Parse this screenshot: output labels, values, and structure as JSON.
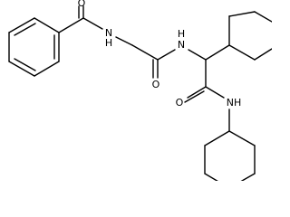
{
  "molecule": {
    "atoms": {
      "o_benzoyl": "O",
      "nh_benzamide": "N",
      "nh_benzamide_h": "H",
      "o_glycyl": "O",
      "nh_glycyl": "N",
      "nh_glycyl_h": "H",
      "o_amide": "O",
      "nh_cyclohexylamide": "NH"
    }
  }
}
